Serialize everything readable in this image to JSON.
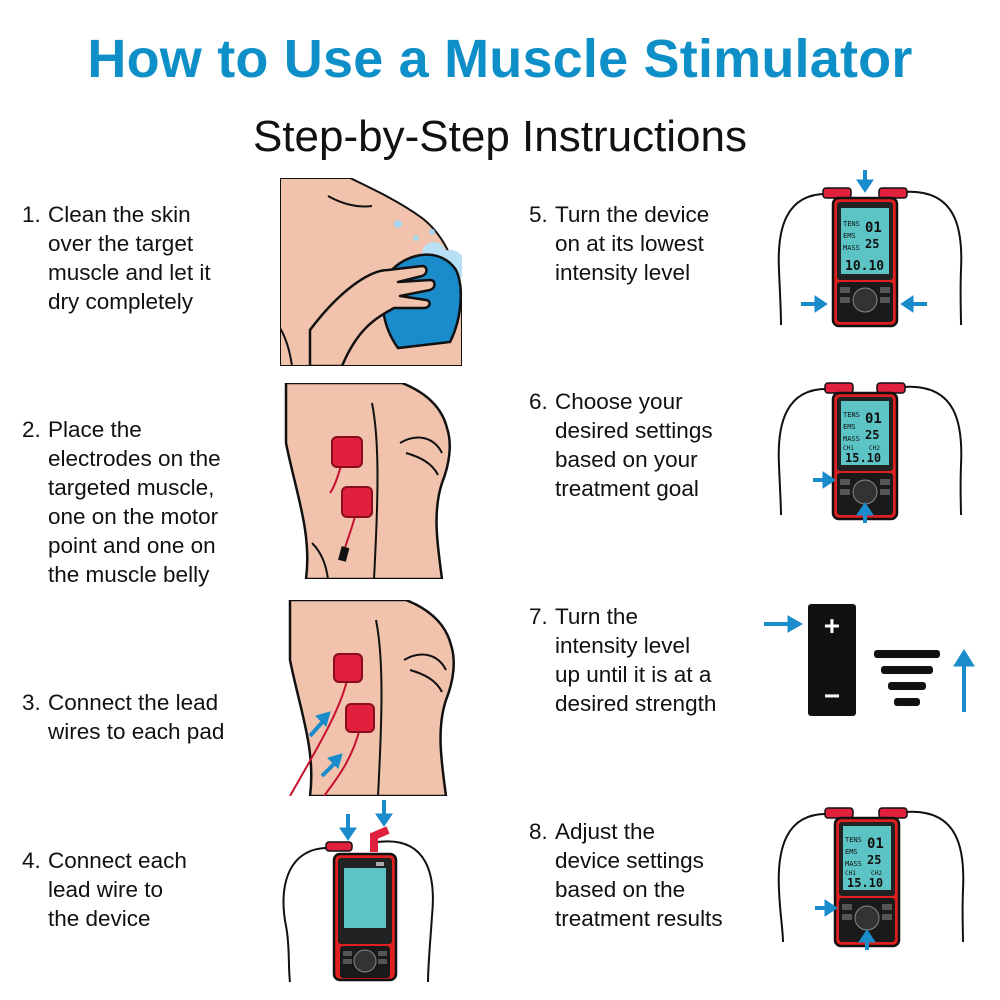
{
  "header": {
    "title": "How to Use a Muscle Stimulator",
    "subtitle": "Step-by-Step Instructions"
  },
  "steps": [
    {
      "number": "1.",
      "text": "Clean the skin\nover the target\nmuscle and let it\ndry completely"
    },
    {
      "number": "2.",
      "text": "Place the\nelectrodes on the\ntargeted muscle,\none on the motor\npoint and one on\nthe muscle belly"
    },
    {
      "number": "3.",
      "text": "Connect the lead\nwires to each pad"
    },
    {
      "number": "4.",
      "text": "Connect each\nlead wire to\nthe device"
    },
    {
      "number": "5.",
      "text": "Turn the device\non at its lowest\nintensity level"
    },
    {
      "number": "6.",
      "text": "Choose your\ndesired settings\nbased on your\ntreatment goal"
    },
    {
      "number": "7.",
      "text": "Turn the\nintensity level\nup until it is at a\ndesired strength"
    },
    {
      "number": "8.",
      "text": "Adjust the\ndevice settings\nbased on the\ntreatment results"
    }
  ],
  "device": {
    "mode_labels": [
      "TENS",
      "EMS",
      "MASS"
    ],
    "channel_labels": [
      "CH1",
      "CH2"
    ],
    "program_readout": "01",
    "level_readout": "25",
    "timer_readout_step5": "10.10",
    "timer_readout_steps_6_8": "15.10",
    "plus_symbol": "+",
    "minus_symbol": "−"
  },
  "icons": [
    "pointer-arrow-icon",
    "towel-icon",
    "electrode-pad-icon",
    "intensity-bars-icon",
    "up-arrow-icon"
  ],
  "colors": {
    "accent": "#0e8fc7",
    "device_red": "#e02020",
    "skin": "#f1c3ad",
    "lcd": "#5cc4c4",
    "pad": "#e0203c"
  }
}
